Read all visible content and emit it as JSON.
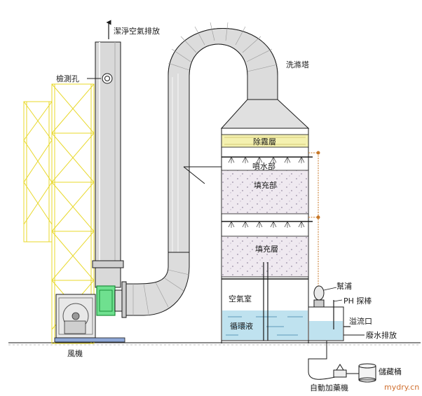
{
  "labels": {
    "clean_air_exhaust": "潔淨空氣排放",
    "washing_tower": "洗滌塔",
    "inspection_hole": "檢測孔",
    "demister": "除霧層",
    "spray_section": "噴水部",
    "packing_section_1": "填充部",
    "packing_layer_2": "填充層",
    "air_chamber": "空氣室",
    "circulating_liquid": "循環液",
    "pump": "幫浦",
    "ph_probe": "PH 探棒",
    "overflow_port": "溢流口",
    "waste_water_discharge": "廢水排放",
    "storage_tank": "儲藏桶",
    "auto_dosing_machine": "自動加藥機",
    "fan": "風機"
  },
  "watermark": "mydry.cn",
  "colors": {
    "line": "#1a1a1a",
    "fill_gray": "#d9d9d9",
    "packing": "#efe9f0",
    "demister": "#f4f1b0",
    "water": "#bfe2ef",
    "structure": "#f0e040",
    "fan_green": "#33cc66",
    "pipe_orange": "#c87828"
  }
}
